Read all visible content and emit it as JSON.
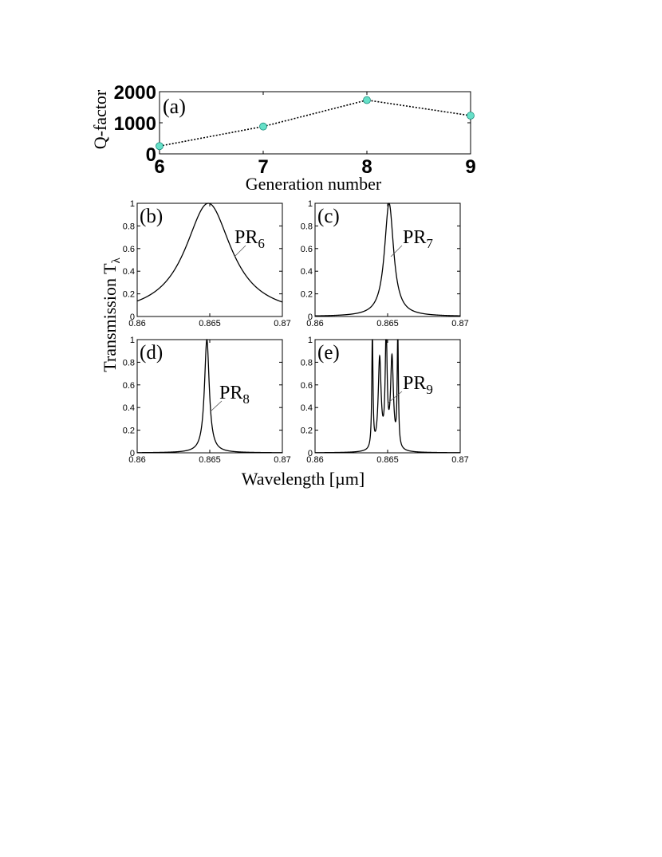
{
  "chart_data": [
    {
      "type": "line",
      "panel": "(a)",
      "x": [
        6,
        7,
        8,
        9
      ],
      "series": [
        {
          "values": [
            250,
            880,
            1730,
            1230
          ]
        }
      ],
      "xlabel": "Generation number",
      "ylabel": "Q-factor",
      "xlim": [
        6,
        9
      ],
      "ylim": [
        0,
        2000
      ],
      "xticks": [
        "6",
        "7",
        "8",
        "9"
      ],
      "yticks": [
        "0",
        "1000",
        "2000"
      ],
      "grid": false,
      "line_style": "dotted",
      "marker_color": "#66e0c8"
    },
    {
      "type": "line",
      "panel": "(b)",
      "annotation": {
        "base": "PR",
        "sub": "6"
      },
      "curve": {
        "kind": "lorentzian",
        "center": 0.8649,
        "hwhm": 0.00195
      },
      "xlim": [
        0.86,
        0.87
      ],
      "ylim": [
        0,
        1
      ],
      "xticks": [
        "0.86",
        "0.865",
        "0.87"
      ],
      "yticks": [
        "0",
        "0.2",
        "0.4",
        "0.6",
        "0.8",
        "1"
      ]
    },
    {
      "type": "line",
      "panel": "(c)",
      "annotation": {
        "base": "PR",
        "sub": "7"
      },
      "curve": {
        "kind": "lorentzian",
        "center": 0.8651,
        "hwhm": 0.00038
      },
      "xlim": [
        0.86,
        0.87
      ],
      "ylim": [
        0,
        1
      ],
      "xticks": [
        "0.86",
        "0.865",
        "0.87"
      ],
      "yticks": [
        "0",
        "0.2",
        "0.4",
        "0.6",
        "0.8",
        "1"
      ]
    },
    {
      "type": "line",
      "panel": "(d)",
      "annotation": {
        "base": "PR",
        "sub": "8"
      },
      "curve": {
        "kind": "lorentzian",
        "center": 0.8648,
        "hwhm": 0.0002
      },
      "xlim": [
        0.86,
        0.87
      ],
      "ylim": [
        0,
        1
      ],
      "xticks": [
        "0.86",
        "0.865",
        "0.87"
      ],
      "yticks": [
        "0",
        "0.2",
        "0.4",
        "0.6",
        "0.8",
        "1"
      ]
    },
    {
      "type": "line",
      "panel": "(e)",
      "annotation": {
        "base": "PR",
        "sub": "9"
      },
      "curve": {
        "kind": "multi-peak",
        "peaks": [
          {
            "center": 0.86395,
            "hwhm": 5e-05,
            "height": 1.0
          },
          {
            "center": 0.86445,
            "hwhm": 0.00012,
            "height": 0.8
          },
          {
            "center": 0.8649,
            "hwhm": 8e-05,
            "height": 1.0
          },
          {
            "center": 0.8653,
            "hwhm": 0.00012,
            "height": 0.8
          },
          {
            "center": 0.8657,
            "hwhm": 5e-05,
            "height": 1.0
          }
        ]
      },
      "xlim": [
        0.86,
        0.87
      ],
      "ylim": [
        0,
        1
      ],
      "xticks": [
        "0.86",
        "0.865",
        "0.87"
      ],
      "yticks": [
        "0",
        "0.2",
        "0.4",
        "0.6",
        "0.8",
        "1"
      ]
    }
  ],
  "shared_labels": {
    "xlabel_bottom": "Wavelength [µm]",
    "ylabel_left_base": "Transmission T",
    "ylabel_left_sub": "λ"
  },
  "colors": {
    "line": "#000000",
    "marker": "#66e0c8",
    "axes": "#000000"
  }
}
